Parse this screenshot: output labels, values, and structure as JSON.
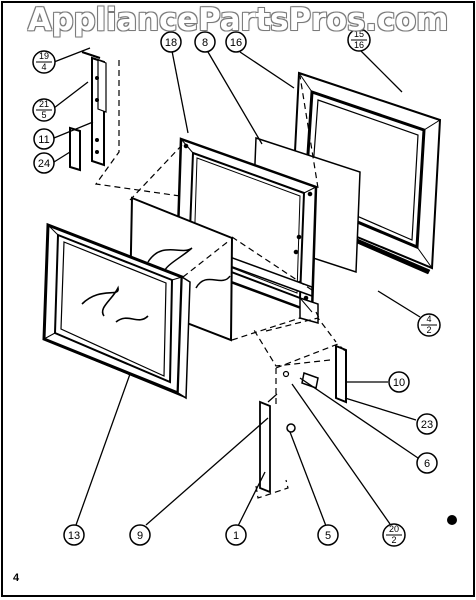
{
  "watermark": "AppliancePartsPros.com",
  "page_number": "4",
  "callouts": [
    {
      "id": "c19-4",
      "top": "19",
      "bottom": "4"
    },
    {
      "id": "c18",
      "top": "18"
    },
    {
      "id": "c8",
      "top": "8"
    },
    {
      "id": "c16",
      "top": "16"
    },
    {
      "id": "c15-16",
      "top": "15",
      "bottom": "16"
    },
    {
      "id": "c21-5",
      "top": "21",
      "bottom": "5"
    },
    {
      "id": "c11",
      "top": "11"
    },
    {
      "id": "c24",
      "top": "24"
    },
    {
      "id": "c4-2",
      "top": "4",
      "bottom": "2"
    },
    {
      "id": "c10",
      "top": "10"
    },
    {
      "id": "c23",
      "top": "23"
    },
    {
      "id": "c6",
      "top": "6"
    },
    {
      "id": "c13",
      "top": "13"
    },
    {
      "id": "c9",
      "top": "9"
    },
    {
      "id": "c1",
      "top": "1"
    },
    {
      "id": "c5",
      "top": "5"
    },
    {
      "id": "c20-2",
      "top": "20",
      "bottom": "2"
    }
  ]
}
